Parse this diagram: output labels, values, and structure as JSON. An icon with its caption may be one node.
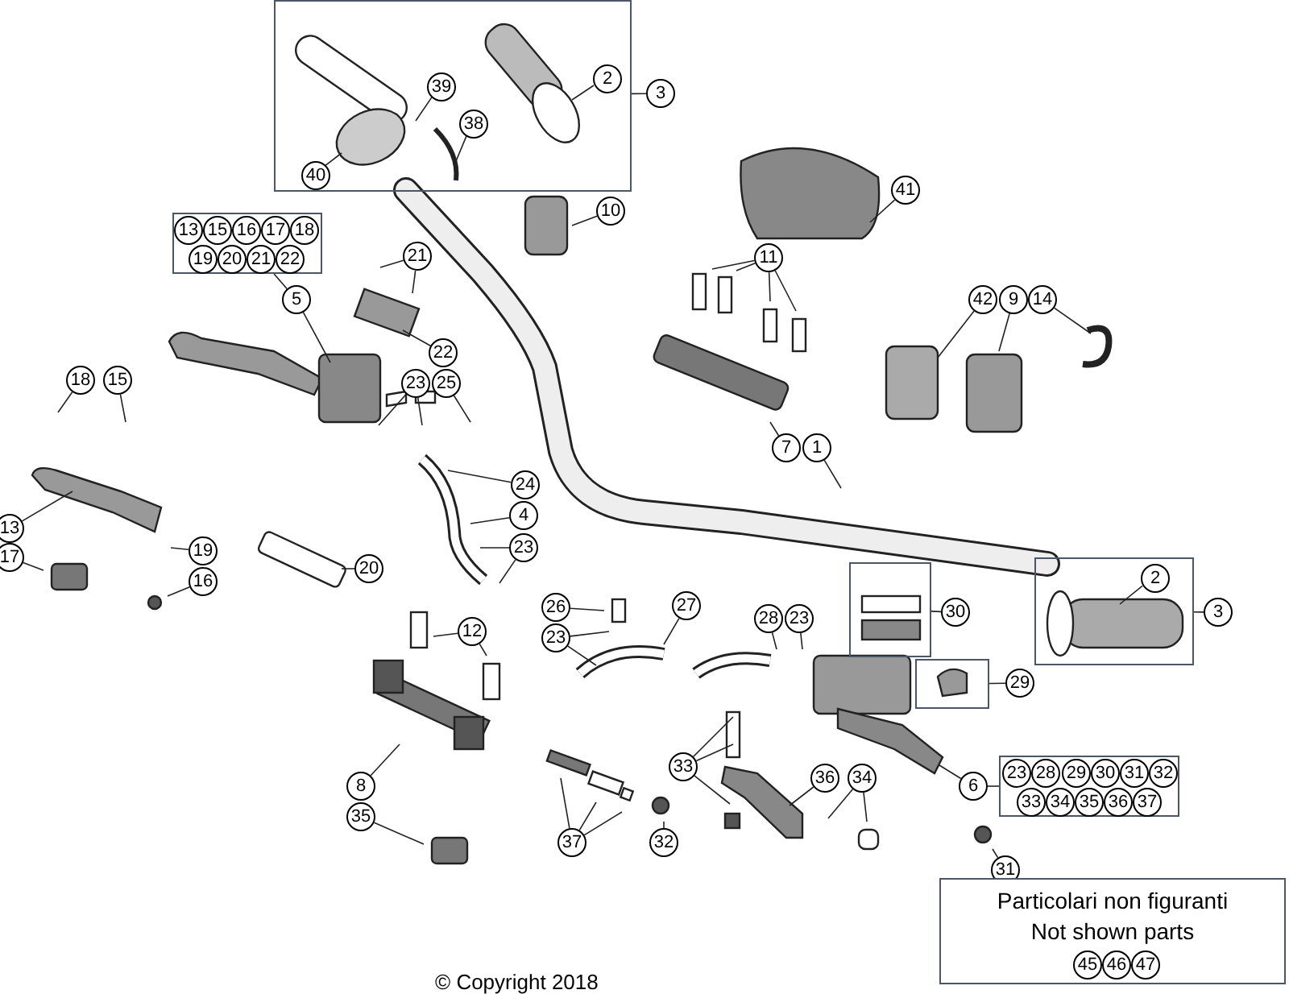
{
  "diagram": {
    "nodes": [
      {
        "text": [],
        "shape": "box"
      },
      {
        "text": [
          "39"
        ],
        "in": 0
      },
      {
        "text": [
          "38"
        ],
        "in": 0
      },
      {
        "text": [
          "40"
        ],
        "in": 0
      },
      {
        "text": [
          "2"
        ],
        "in": 0
      },
      {
        "text": [
          "3"
        ]
      },
      {
        "text": [
          "10"
        ]
      },
      {
        "text": [
          "41"
        ]
      },
      {
        "text": [],
        "shape": "box"
      },
      {
        "text": [
          "13"
        ],
        "in": 8
      },
      {
        "text": [
          "15"
        ],
        "in": 8
      },
      {
        "text": [
          "16"
        ],
        "in": 8
      },
      {
        "text": [
          "17"
        ],
        "in": 8
      },
      {
        "text": [
          "18"
        ],
        "in": 8
      },
      {
        "text": [
          "19"
        ],
        "in": 8
      },
      {
        "text": [
          "20"
        ],
        "in": 8
      },
      {
        "text": [
          "21"
        ],
        "in": 8
      },
      {
        "text": [
          "22"
        ],
        "in": 8
      },
      {
        "text": [
          "5"
        ]
      },
      {
        "text": [
          "21"
        ]
      },
      {
        "text": [
          "22"
        ]
      },
      {
        "text": [
          "11"
        ]
      },
      {
        "text": [
          "42"
        ]
      },
      {
        "text": [
          "9"
        ]
      },
      {
        "text": [
          "14"
        ]
      },
      {
        "text": [
          "7"
        ]
      },
      {
        "text": [
          "1"
        ]
      },
      {
        "text": [
          "18"
        ]
      },
      {
        "text": [
          "15"
        ]
      },
      {
        "text": [
          "23"
        ]
      },
      {
        "text": [
          "25"
        ]
      },
      {
        "text": [
          "24"
        ]
      },
      {
        "text": [
          "13"
        ]
      },
      {
        "text": [
          "17"
        ]
      },
      {
        "text": [
          "19"
        ]
      },
      {
        "text": [
          "16"
        ]
      },
      {
        "text": [
          "20"
        ]
      },
      {
        "text": [
          "4"
        ]
      },
      {
        "text": [
          "23"
        ]
      },
      {
        "text": [
          "26"
        ]
      },
      {
        "text": [
          "23"
        ]
      },
      {
        "text": [
          "27"
        ]
      },
      {
        "text": [
          "28"
        ]
      },
      {
        "text": [
          "23"
        ]
      },
      {
        "text": [],
        "shape": "box"
      },
      {
        "text": [
          "30"
        ]
      },
      {
        "text": [],
        "shape": "box"
      },
      {
        "text": [
          "29"
        ]
      },
      {
        "text": [],
        "shape": "box"
      },
      {
        "text": [
          "2"
        ],
        "in": 48
      },
      {
        "text": [
          "3"
        ]
      },
      {
        "text": [
          "12"
        ]
      },
      {
        "text": [
          "33"
        ]
      },
      {
        "text": [
          "36"
        ]
      },
      {
        "text": [
          "34"
        ]
      },
      {
        "text": [
          "6"
        ]
      },
      {
        "text": [],
        "shape": "box"
      },
      {
        "text": [
          "23"
        ],
        "in": 56
      },
      {
        "text": [
          "28"
        ],
        "in": 56
      },
      {
        "text": [
          "29"
        ],
        "in": 56
      },
      {
        "text": [
          "30"
        ],
        "in": 56
      },
      {
        "text": [
          "31"
        ],
        "in": 56
      },
      {
        "text": [
          "32"
        ],
        "in": 56
      },
      {
        "text": [
          "33"
        ],
        "in": 56
      },
      {
        "text": [
          "34"
        ],
        "in": 56
      },
      {
        "text": [
          "35"
        ],
        "in": 56
      },
      {
        "text": [
          "36"
        ],
        "in": 56
      },
      {
        "text": [
          "37"
        ],
        "in": 56
      },
      {
        "text": [
          "8"
        ]
      },
      {
        "text": [
          "35"
        ]
      },
      {
        "text": [
          "37"
        ]
      },
      {
        "text": [
          "32"
        ]
      },
      {
        "text": [
          "31"
        ]
      },
      {
        "text": [
          "Particolari non figuranti",
          "Not shown parts"
        ]
      },
      {
        "text": [
          "45"
        ],
        "in": 73
      },
      {
        "text": [
          "46"
        ],
        "in": 73
      },
      {
        "text": [
          "47"
        ],
        "in": 73
      }
    ],
    "edges": [
      {
        "from": 1,
        "to": null,
        "arrow": "none"
      },
      {
        "from": 2,
        "to": null,
        "arrow": "none"
      },
      {
        "from": 3,
        "to": null,
        "arrow": "none"
      },
      {
        "from": 4,
        "to": null,
        "arrow": "none"
      },
      {
        "from": 5,
        "to": 0,
        "arrow": "none"
      },
      {
        "from": 6,
        "to": null,
        "arrow": "none"
      },
      {
        "from": 7,
        "to": null,
        "arrow": "none"
      },
      {
        "from": 18,
        "to": 8,
        "arrow": "none"
      },
      {
        "from": 18,
        "to": null,
        "arrow": "none"
      },
      {
        "from": 19,
        "to": null,
        "arrow": "none"
      },
      {
        "from": 19,
        "to": null,
        "arrow": "none"
      },
      {
        "from": 20,
        "to": null,
        "arrow": "none"
      },
      {
        "from": 21,
        "to": null,
        "arrow": "none"
      },
      {
        "from": 21,
        "to": null,
        "arrow": "none"
      },
      {
        "from": 21,
        "to": null,
        "arrow": "none"
      },
      {
        "from": 21,
        "to": null,
        "arrow": "none"
      },
      {
        "from": 22,
        "to": null,
        "arrow": "none"
      },
      {
        "from": 23,
        "to": null,
        "arrow": "none"
      },
      {
        "from": 24,
        "to": null,
        "arrow": "none"
      },
      {
        "from": 25,
        "to": null,
        "arrow": "none"
      },
      {
        "from": 26,
        "to": null,
        "arrow": "none"
      },
      {
        "from": 27,
        "to": null,
        "arrow": "none"
      },
      {
        "from": 28,
        "to": null,
        "arrow": "none"
      },
      {
        "from": 29,
        "to": null,
        "arrow": "none"
      },
      {
        "from": 29,
        "to": null,
        "arrow": "none"
      },
      {
        "from": 30,
        "to": null,
        "arrow": "none"
      },
      {
        "from": 31,
        "to": null,
        "arrow": "none"
      },
      {
        "from": 32,
        "to": null,
        "arrow": "none"
      },
      {
        "from": 33,
        "to": null,
        "arrow": "none"
      },
      {
        "from": 34,
        "to": null,
        "arrow": "none"
      },
      {
        "from": 35,
        "to": null,
        "arrow": "none"
      },
      {
        "from": 36,
        "to": null,
        "arrow": "none"
      },
      {
        "from": 37,
        "to": null,
        "arrow": "none"
      },
      {
        "from": 38,
        "to": null,
        "arrow": "none"
      },
      {
        "from": 38,
        "to": null,
        "arrow": "none"
      },
      {
        "from": 39,
        "to": null,
        "arrow": "none"
      },
      {
        "from": 40,
        "to": null,
        "arrow": "none"
      },
      {
        "from": 40,
        "to": null,
        "arrow": "none"
      },
      {
        "from": 41,
        "to": null,
        "arrow": "none"
      },
      {
        "from": 42,
        "to": null,
        "arrow": "none"
      },
      {
        "from": 43,
        "to": null,
        "arrow": "none"
      },
      {
        "from": 45,
        "to": 44,
        "arrow": "none"
      },
      {
        "from": 47,
        "to": 46,
        "arrow": "none"
      },
      {
        "from": 49,
        "to": null,
        "arrow": "none"
      },
      {
        "from": 50,
        "to": 48,
        "arrow": "none"
      },
      {
        "from": 51,
        "to": null,
        "arrow": "none"
      },
      {
        "from": 51,
        "to": null,
        "arrow": "none"
      },
      {
        "from": 52,
        "to": null,
        "arrow": "none"
      },
      {
        "from": 52,
        "to": null,
        "arrow": "none"
      },
      {
        "from": 52,
        "to": null,
        "arrow": "none"
      },
      {
        "from": 53,
        "to": null,
        "arrow": "none"
      },
      {
        "from": 54,
        "to": null,
        "arrow": "none"
      },
      {
        "from": 54,
        "to": null,
        "arrow": "none"
      },
      {
        "from": 55,
        "to": null,
        "arrow": "none"
      },
      {
        "from": 55,
        "to": 56,
        "arrow": "none"
      },
      {
        "from": 68,
        "to": null,
        "arrow": "none"
      },
      {
        "from": 69,
        "to": null,
        "arrow": "none"
      },
      {
        "from": 70,
        "to": null,
        "arrow": "none"
      },
      {
        "from": 70,
        "to": null,
        "arrow": "none"
      },
      {
        "from": 70,
        "to": null,
        "arrow": "none"
      },
      {
        "from": 71,
        "to": null,
        "arrow": "none"
      },
      {
        "from": 72,
        "to": null,
        "arrow": "none"
      }
    ],
    "labels": [
      "© Copyright 2018"
    ]
  }
}
